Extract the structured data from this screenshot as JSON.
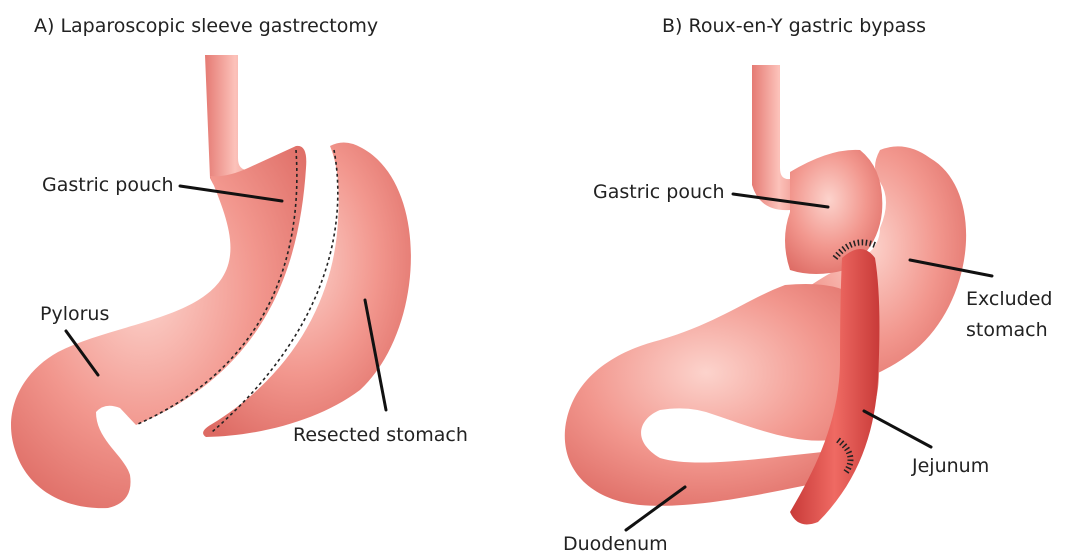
{
  "panel_a": {
    "title": "A) Laparoscopic sleeve gastrectomy",
    "labels": {
      "gastric_pouch": "Gastric pouch",
      "pylorus": "Pylorus",
      "resected_stomach": "Resected stomach"
    }
  },
  "panel_b": {
    "title": "B) Roux-en-Y gastric bypass",
    "labels": {
      "gastric_pouch": "Gastric pouch",
      "excluded_stomach_line1": "Excluded",
      "excluded_stomach_line2": "stomach",
      "jejunum": "Jejunum",
      "duodenum": "Duodenum"
    }
  },
  "colors": {
    "tissue": "#ef8c84",
    "tissue_light": "#fbc9c2",
    "tissue_dark": "#d9625c",
    "jejunum": "#e2514d"
  }
}
